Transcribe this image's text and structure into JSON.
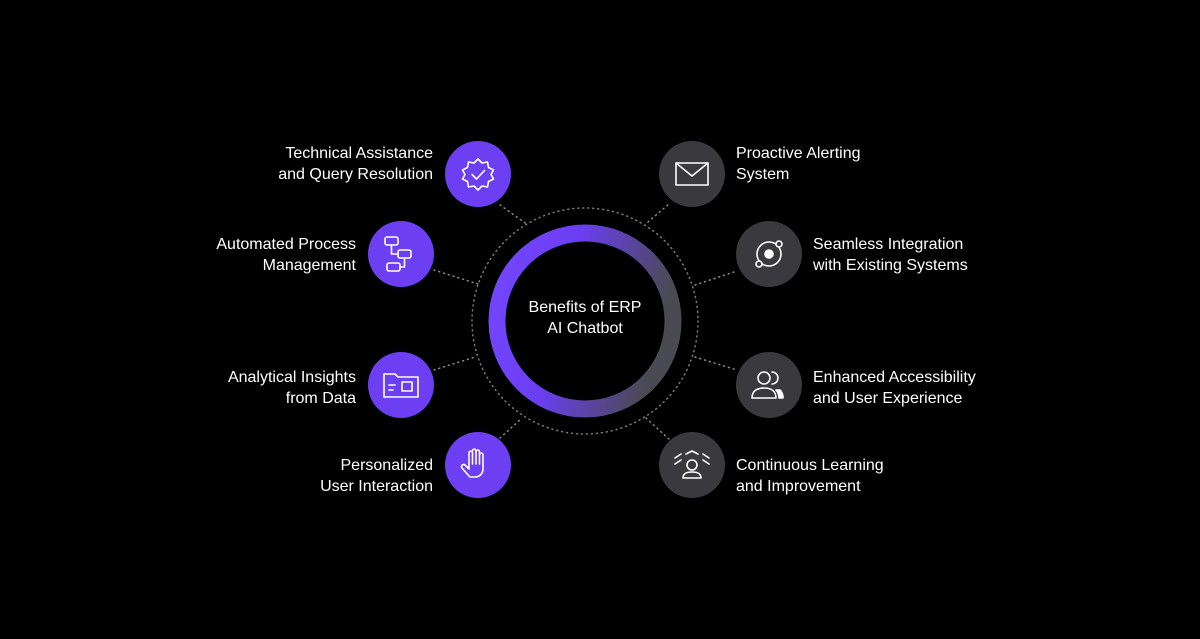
{
  "center": {
    "line1": "Benefits of ERP",
    "line2": "AI Chatbot"
  },
  "colors": {
    "background": "#000000",
    "accent_purple": "#6c3ff2",
    "neutral_gray": "#3a3a3e",
    "ring_gray": "#4a4a50"
  },
  "nodes": {
    "technical_assistance": {
      "line1": "Technical Assistance",
      "line2": "and Query Resolution",
      "icon": "badge-check-icon"
    },
    "automated_process": {
      "line1": "Automated Process",
      "line2": "Management",
      "icon": "flowchart-icon"
    },
    "analytical_insights": {
      "line1": "Analytical Insights",
      "line2": "from Data",
      "icon": "folder-icon"
    },
    "personalized_interaction": {
      "line1": "Personalized",
      "line2": "User Interaction",
      "icon": "hand-icon"
    },
    "proactive_alerting": {
      "line1": "Proactive Alerting",
      "line2": "System",
      "icon": "envelope-icon"
    },
    "seamless_integration": {
      "line1": "Seamless Integration",
      "line2": "with Existing Systems",
      "icon": "integration-icon"
    },
    "enhanced_accessibility": {
      "line1": "Enhanced Accessibility",
      "line2": "and User Experience",
      "icon": "users-icon"
    },
    "continuous_learning": {
      "line1": "Continuous Learning",
      "line2": "and Improvement",
      "icon": "learning-icon"
    }
  }
}
